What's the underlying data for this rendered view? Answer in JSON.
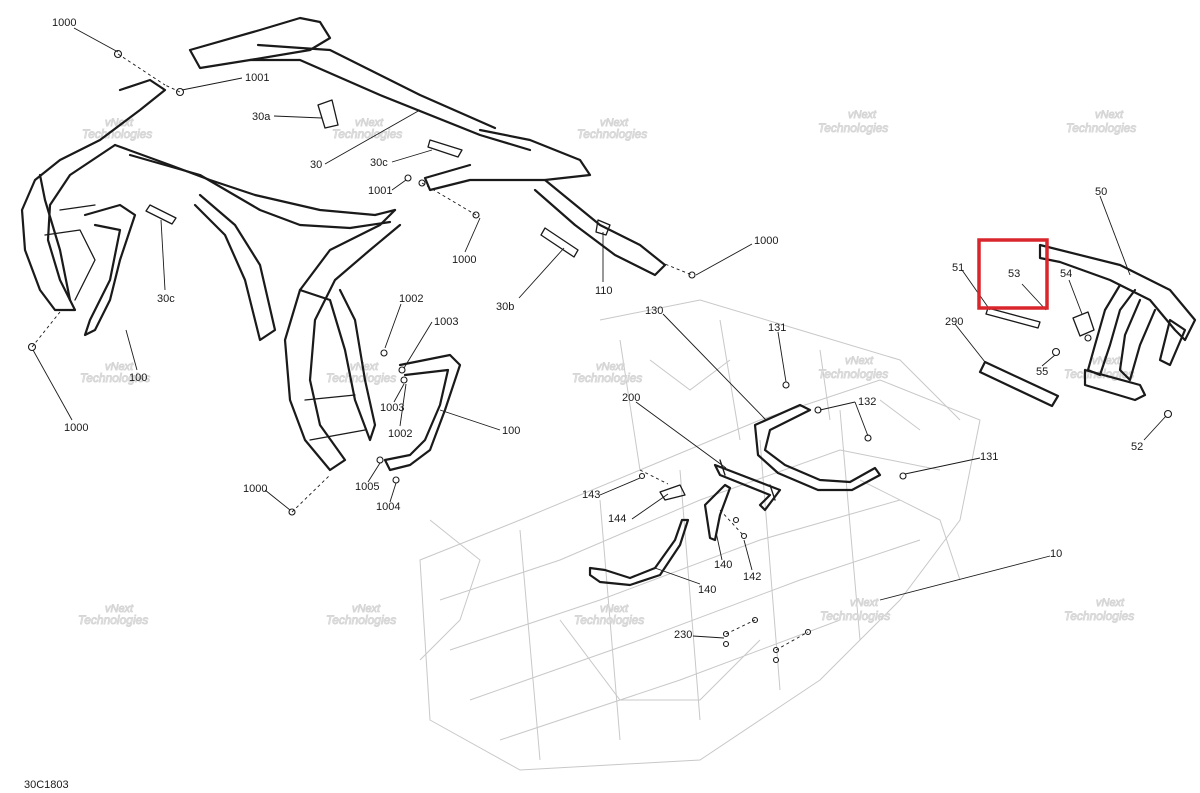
{
  "diagram_code": "30C1803",
  "watermark": {
    "line1": "vNext",
    "line2": "Technologies",
    "single": "vNext Technologies"
  },
  "highlight_color": "#d9262c",
  "highlighted_part": "53",
  "labels": {
    "l1000a": "1000",
    "l1001a": "1001",
    "l30a": "30a",
    "l30": "30",
    "l30c_top": "30c",
    "l1001b": "1001",
    "l1000b": "1000",
    "l30c_left": "30c",
    "l30b": "30b",
    "l110": "110",
    "l1000c": "1000",
    "l100_left": "100",
    "l1000d": "1000",
    "l1002a": "1002",
    "l1003a": "1003",
    "l1003b": "1003",
    "l1002b": "1002",
    "l100_right": "100",
    "l1005": "1005",
    "l1004": "1004",
    "l1000e": "1000",
    "l130": "130",
    "l131a": "131",
    "l132": "132",
    "l131b": "131",
    "l200": "200",
    "l143": "143",
    "l144": "144",
    "l140a": "140",
    "l142": "142",
    "l140b": "140",
    "l230": "230",
    "l10": "10",
    "l50": "50",
    "l51": "51",
    "l53": "53",
    "l54": "54",
    "l290": "290",
    "l55": "55",
    "l52": "52"
  }
}
